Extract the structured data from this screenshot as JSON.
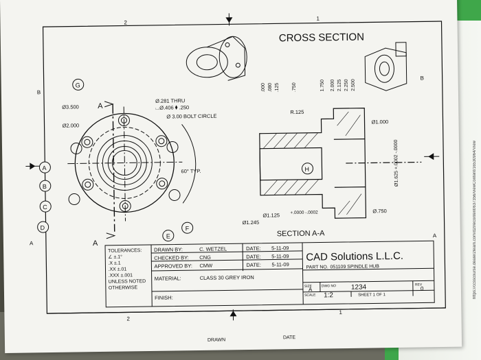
{
  "drawing": {
    "title": "CROSS SECTION",
    "section_label": "SECTION A-A",
    "zone_top_left": "2",
    "zone_top_right": "1",
    "zone_left": "B",
    "zone_right": "B",
    "zone_a_left": "A",
    "zone_a_right": "A",
    "zone_bottom_left": "2",
    "zone_bottom_right": "1",
    "cut_label_top": "A",
    "cut_label_bottom": "A",
    "dims": {
      "d3500": "Ø3.500",
      "d2000": "Ø2.000",
      "hole1": "Ø.281 THRU",
      "hole2": "⌴Ø.406 ⧫ .250",
      "bolt_circle": "Ø 3.00 BOLT CIRCLE",
      "angle": "60° TYP.",
      "r125": "R.125",
      "d1000": "Ø1.000",
      "d1125": "Ø1.125",
      "d1125_tol": "+.0000\n-.0002",
      "d1245": "Ø1.245",
      "d750": "Ø.750",
      "d1625": "Ø1.625 +.0002 -.0000",
      "ord_left": [
        ".000",
        ".080",
        ".125",
        ".750"
      ],
      "ord_right": [
        "1.750",
        "2.000",
        "2.125",
        "2.250",
        "2.500"
      ]
    },
    "balloons": [
      "G",
      "A",
      "B",
      "C",
      "D",
      "E",
      "F",
      "H"
    ]
  },
  "title_block": {
    "tolerances": [
      "TOLERANCES:",
      "∠ ±.1°",
      ".X ±.1",
      ".XX ±.01",
      ".XXX ±.001",
      "UNLESS NOTED",
      "OTHERWISE"
    ],
    "drawn_by_label": "DRAWN BY:",
    "drawn_by": "C. WETZEL",
    "checked_by_label": "CHECKED BY:",
    "checked_by": "CNG",
    "approved_by_label": "APPROVED BY:",
    "approved_by": "CMW",
    "date_label": "DATE:",
    "date1": "5-11-09",
    "date2": "5-11-09",
    "date3": "5-11-09",
    "material_label": "MATERIAL:",
    "material": "CLASS 30 GREY IRON",
    "finish_label": "FINISH:",
    "company": "CAD Solutions L.L.C.",
    "part_no_label": "PART NO.",
    "part_no": "051109 SPINDLE HUB",
    "size_label": "SIZE",
    "size": "A",
    "dwg_no_label": "DWG NO",
    "dwg_no": "1234",
    "rev_label": "REV",
    "rev": "0",
    "scale_label": "SCALE",
    "scale": "1:2",
    "sheet_label": "SHEET 1 OF 1"
  },
  "bottom_labels": {
    "drawn": "DRAWN",
    "date": "DATE"
  },
  "url": "https://ccsscourse.dealer2learn.com/d2l/lecontent/637356/viewContent/16530964/View"
}
